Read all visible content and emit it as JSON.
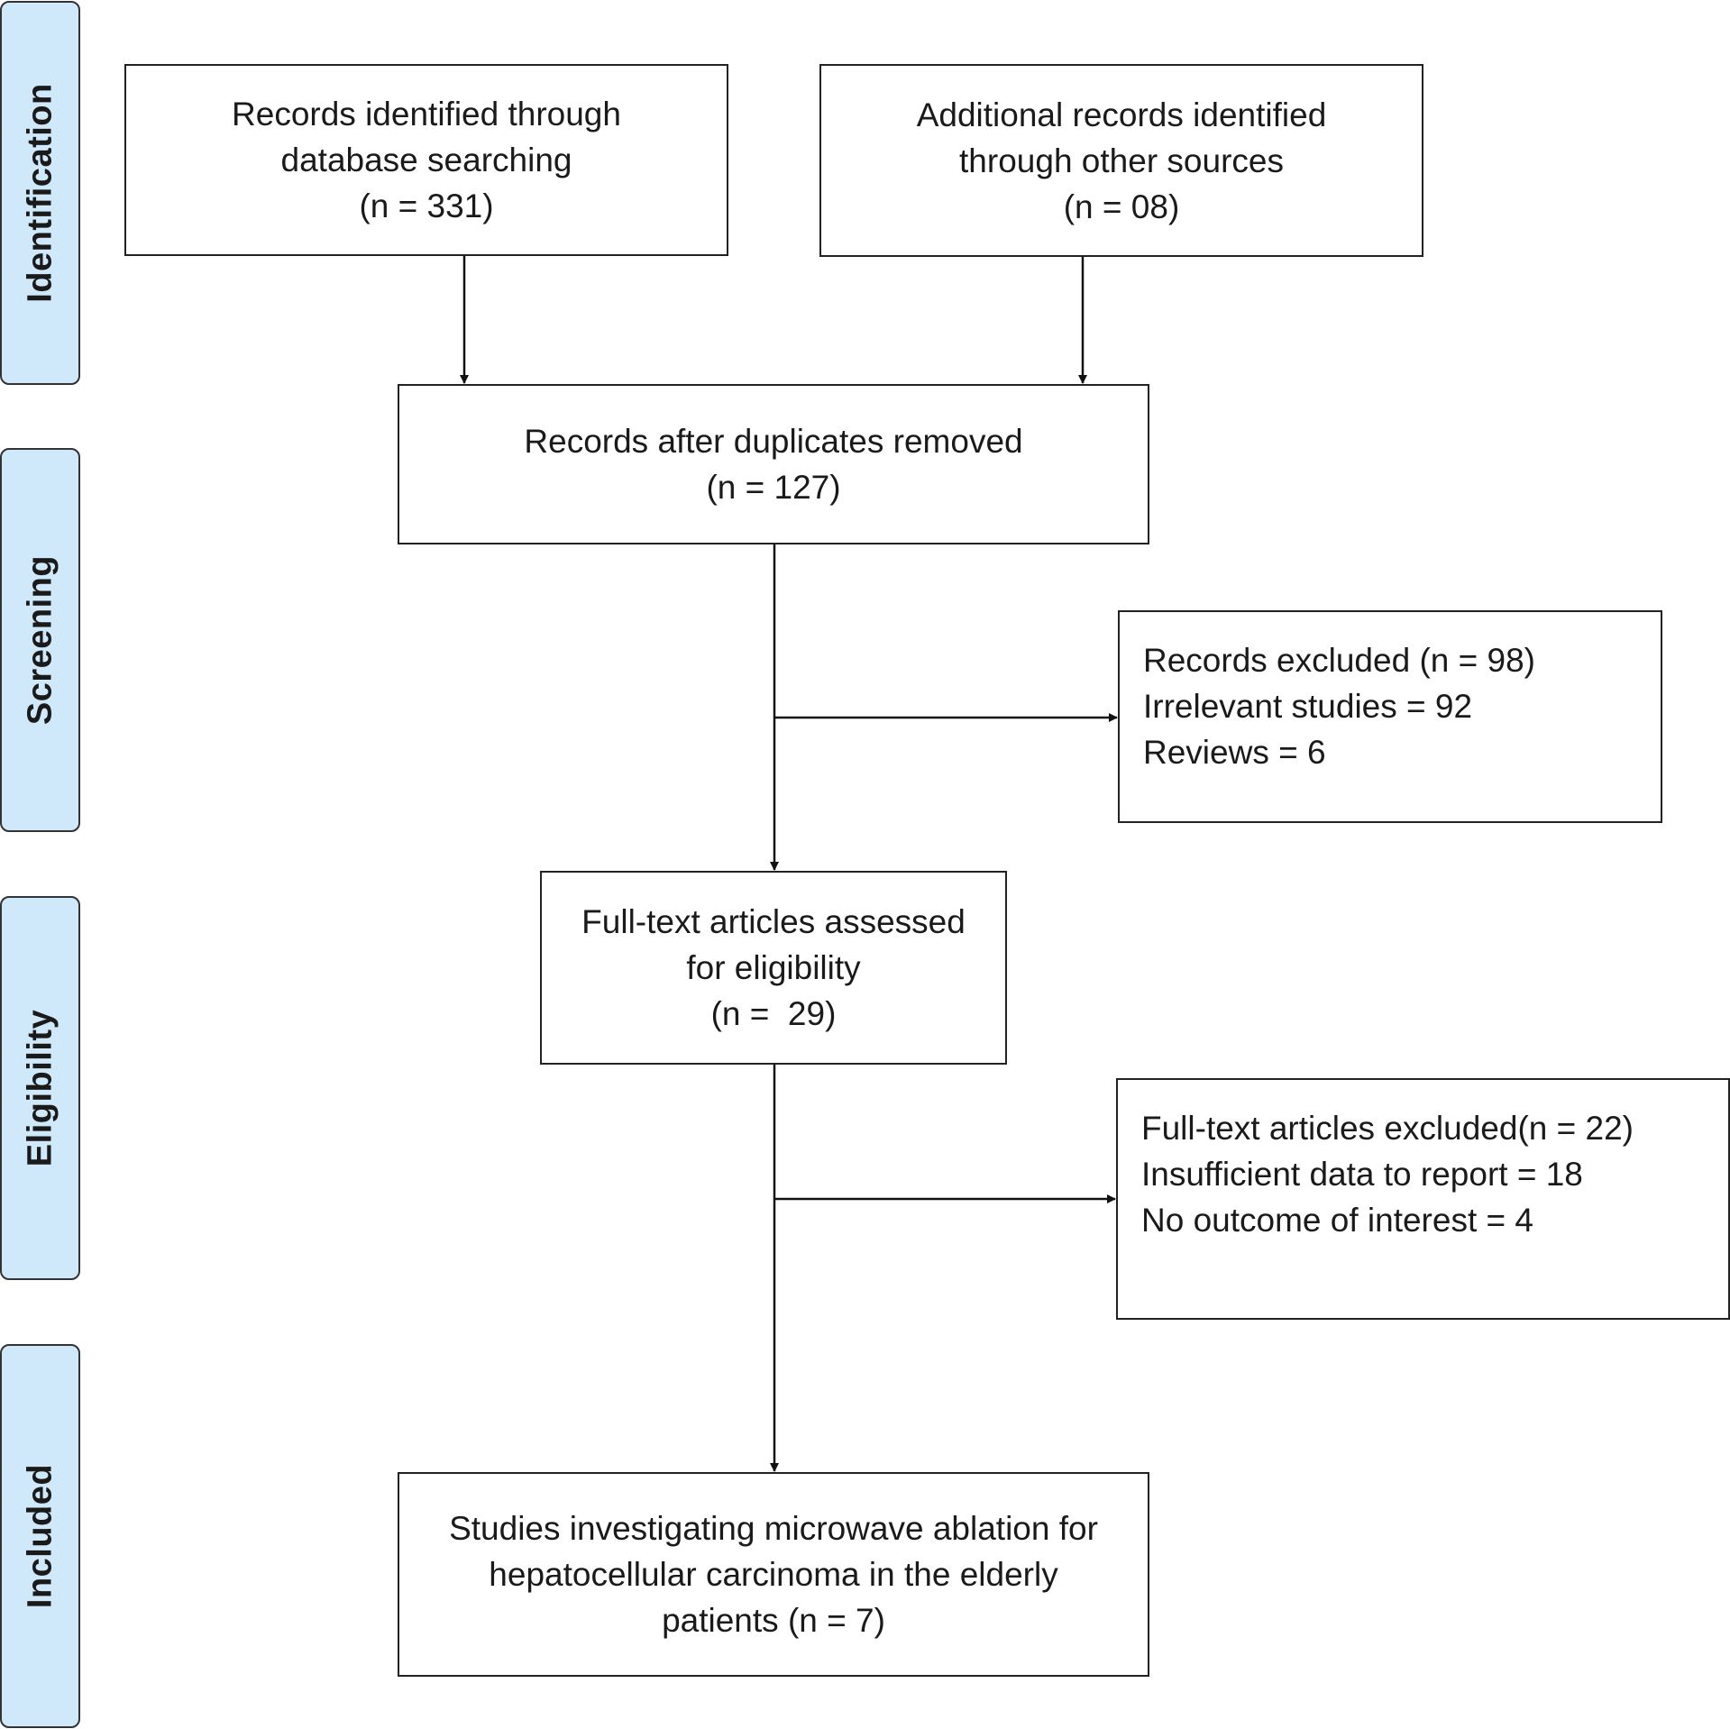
{
  "phases": {
    "identification": "Identification",
    "screening": "Screening",
    "eligibility": "Eligibility",
    "included": "Included"
  },
  "boxes": {
    "database": {
      "lines": [
        "Records identified through",
        "database searching",
        "(n = 331)"
      ]
    },
    "other": {
      "lines": [
        "Additional records identified",
        "through other sources",
        "(n = 08)"
      ]
    },
    "deduplicated": {
      "lines": [
        "Records after duplicates removed",
        "(n = 127)"
      ]
    },
    "excluded_records": {
      "lines": [
        "Records excluded (n = 98)",
        "Irrelevant studies = 92",
        "Reviews = 6"
      ]
    },
    "fulltext": {
      "lines": [
        "Full-text articles assessed",
        "for eligibility",
        "(n =  29)"
      ]
    },
    "excluded_fulltext": {
      "lines": [
        "Full-text articles excluded(n = 22)",
        "Insufficient data to report = 18",
        "No outcome of interest = 4"
      ]
    },
    "included": {
      "lines": [
        "Studies investigating microwave ablation for",
        "hepatocellular carcinoma in the elderly",
        "patients (n = 7)"
      ]
    }
  },
  "colors": {
    "phase_fill": "#cfe9fb",
    "border": "#222222"
  }
}
